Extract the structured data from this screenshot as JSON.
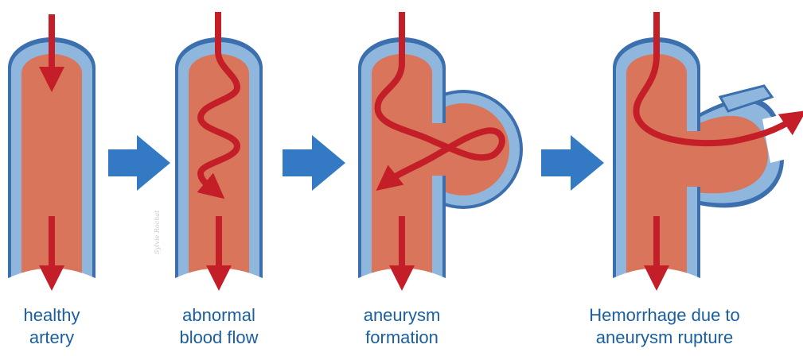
{
  "colors": {
    "wall_outer": "#3b6fae",
    "wall_inner": "#8fb6dc",
    "lumen": "#d9755a",
    "flow_arrow": "#c41f28",
    "step_arrow": "#3479c3",
    "caption_text": "#1b5fa0"
  },
  "stages": [
    {
      "id": "healthy",
      "caption_lines": [
        "healthy",
        "artery"
      ]
    },
    {
      "id": "abnormal-flow",
      "caption_lines": [
        "abnormal",
        "blood flow"
      ]
    },
    {
      "id": "formation",
      "caption_lines": [
        "aneurysm",
        "formation"
      ]
    },
    {
      "id": "rupture",
      "caption_lines": [
        "Hemorrhage due to",
        "aneurysm rupture"
      ]
    }
  ],
  "artist_signature": "Sylvie Rochat"
}
